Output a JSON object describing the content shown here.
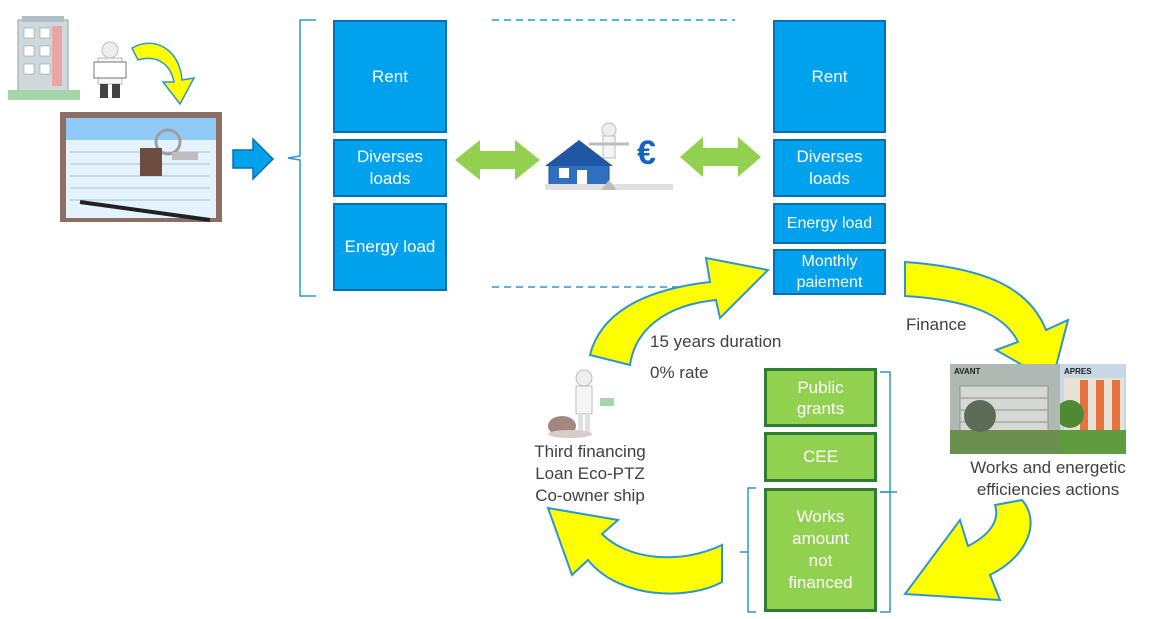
{
  "left_column": {
    "rent": "Rent",
    "diverses_loads": "Diverses loads",
    "energy_load": "Energy load"
  },
  "right_column": {
    "rent": "Rent",
    "diverses_loads": "Diverses loads",
    "energy_load": "Energy load",
    "monthly_payment": "Monthly paiement"
  },
  "finance_label": "Finance",
  "loan_terms": {
    "duration": "15 years duration",
    "rate": "0% rate"
  },
  "third_financing": {
    "line1": "Third financing",
    "line2": "Loan Eco-PTZ",
    "line3": "Co-owner ship"
  },
  "works_label": {
    "line1": "Works and energetic",
    "line2": "efficiencies actions"
  },
  "photo_labels": {
    "before": "AVANT",
    "after": "APRES"
  },
  "financing_boxes": {
    "public_grants": "Public grants",
    "cee": "CEE",
    "works_not_financed": "Works amount not financed"
  },
  "colors": {
    "blue_box": "#00a2ee",
    "green_box": "#92d050",
    "arrow_yellow": "#ffff00",
    "arrow_green": "#92d050"
  }
}
